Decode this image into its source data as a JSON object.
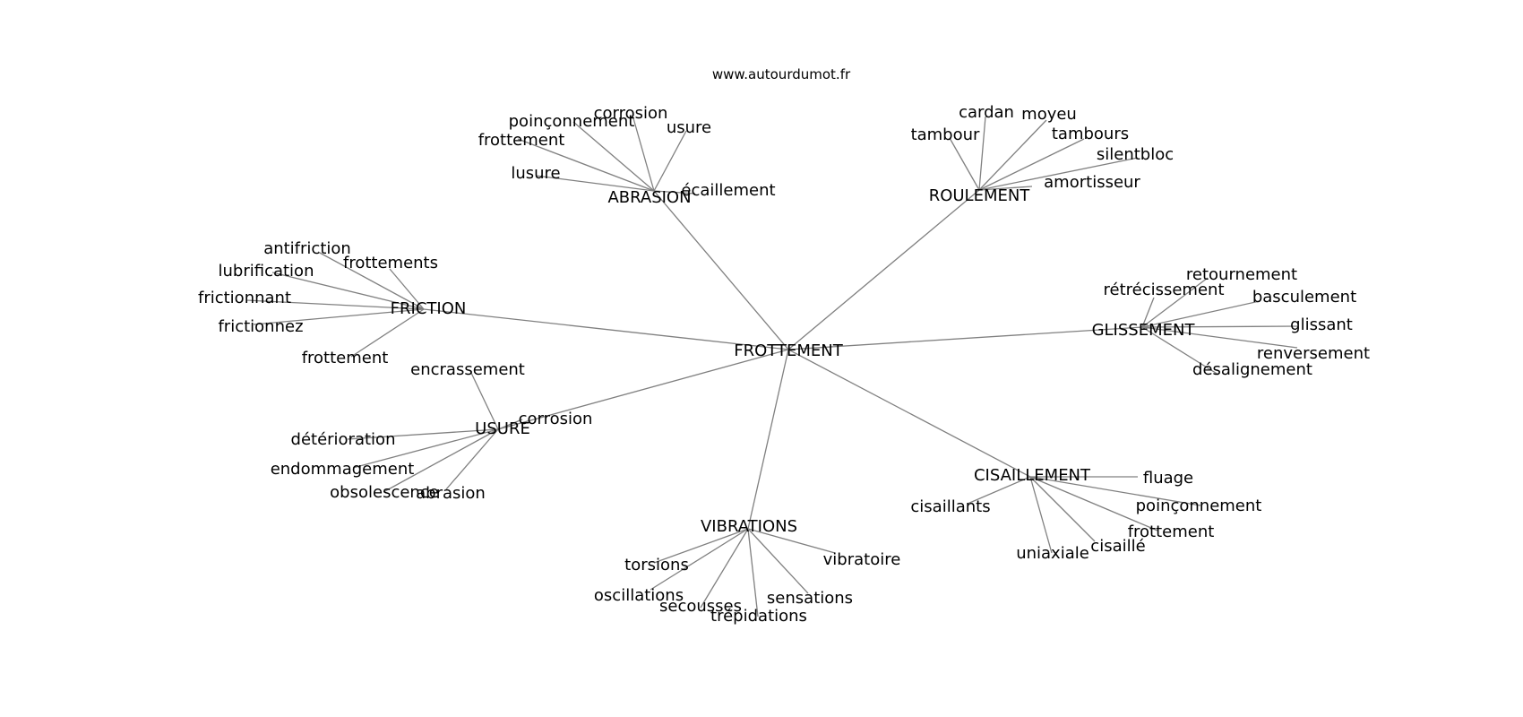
{
  "header": {
    "site": "www.autourdumot.fr"
  },
  "graph": {
    "center": "FROTTEMENT",
    "clusters": [
      {
        "id": "abrasion",
        "label": "ABRASION",
        "words": [
          "frottement",
          "poinçonnement",
          "corrosion",
          "usure",
          "lusure",
          "écaillement"
        ]
      },
      {
        "id": "roulement",
        "label": "ROULEMENT",
        "words": [
          "tambour",
          "cardan",
          "moyeu",
          "tambours",
          "silentbloc",
          "amortisseur"
        ]
      },
      {
        "id": "friction",
        "label": "FRICTION",
        "words": [
          "antifriction",
          "lubrification",
          "frottements",
          "frictionnant",
          "frictionnez",
          "frottement"
        ]
      },
      {
        "id": "glissement",
        "label": "GLISSEMENT",
        "words": [
          "rétrécissement",
          "retournement",
          "basculement",
          "glissant",
          "renversement",
          "désalignement"
        ]
      },
      {
        "id": "usure",
        "label": "USURE",
        "words": [
          "encrassement",
          "corrosion",
          "détérioration",
          "endommagement",
          "obsolescence",
          "abrasion"
        ]
      },
      {
        "id": "cisaillement",
        "label": "CISAILLEMENT",
        "words": [
          "fluage",
          "poinçonnement",
          "frottement",
          "cisaillé",
          "uniaxiale",
          "cisaillants"
        ]
      },
      {
        "id": "vibrations",
        "label": "VIBRATIONS",
        "words": [
          "vibratoire",
          "torsions",
          "oscillations",
          "secousses",
          "trépidations",
          "sensations"
        ]
      }
    ]
  }
}
